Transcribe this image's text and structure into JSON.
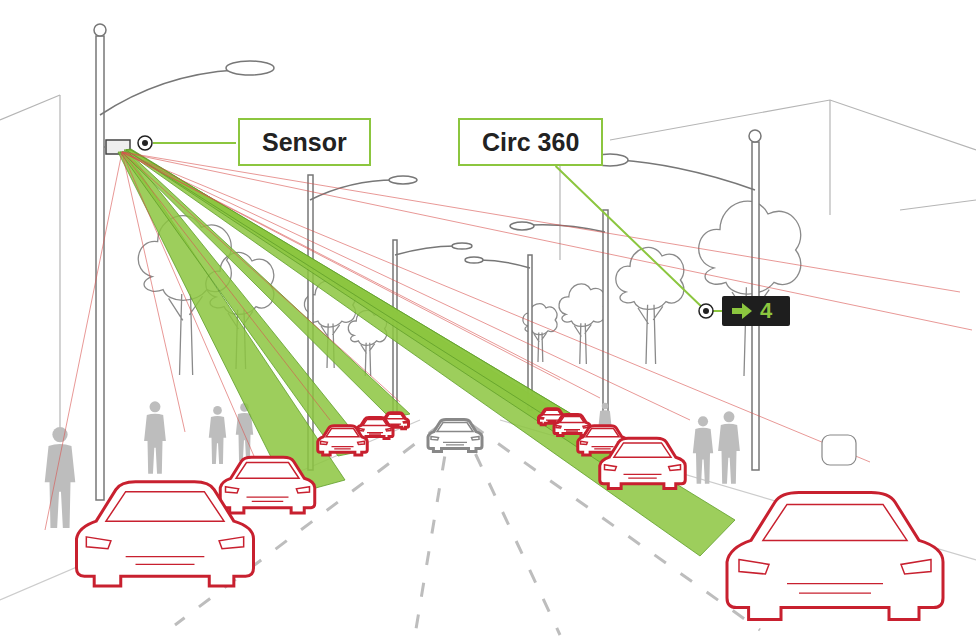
{
  "diagram": {
    "nodes": [
      {
        "text": [
          "Sensor"
        ]
      },
      {
        "text": [
          "Circ 360"
        ]
      },
      {
        "text": [
          "4"
        ]
      }
    ],
    "edges": [
      {
        "from": 1,
        "to": 2,
        "arrow": "none"
      }
    ]
  }
}
